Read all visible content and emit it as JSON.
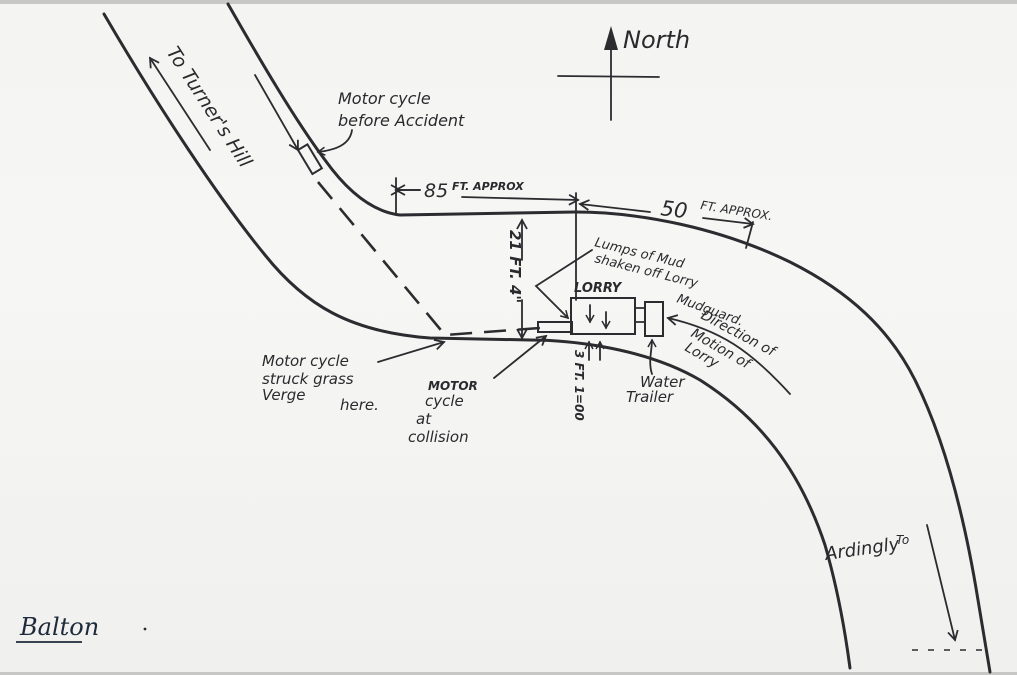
{
  "diagram": {
    "type": "hand-drawn accident scene sketch",
    "compass": {
      "label": "North"
    },
    "destinations": {
      "north_west": "To Turner's Hill",
      "south_east_to": "To",
      "south_east_place": "Ardingly"
    },
    "labels": {
      "motorcycle_before_line1": "Motor cycle",
      "motorcycle_before_line2": "before Accident",
      "struck_line1": "Motor cycle",
      "struck_line2": "struck grass",
      "struck_line3": "Verge",
      "struck_line4": "here.",
      "collision_line1": "MOTOR",
      "collision_line2": "cycle",
      "collision_line3": "at",
      "collision_line4": "collision",
      "mud_line1": "Lumps of Mud",
      "mud_line2": "shaken off Lorry",
      "mud_line3": "Mudguard.",
      "lorry": "LORRY",
      "trailer_line1": "Water",
      "trailer_line2": "Trailer",
      "direction_line1": "Direction of",
      "direction_line2": "Motion of",
      "direction_line3": "Lorry"
    },
    "measurements": {
      "dist_85": "85",
      "dist_85_unit": "FT. APPROX",
      "dist_50": "50",
      "dist_50_unit": "FT. APPROX.",
      "road_width": "21 FT. 4\"",
      "gap_value": "3 FT. 1=00"
    },
    "signature": "Balton",
    "colors": {
      "paper": "#f4f4f2",
      "ink": "#2c2c30"
    }
  }
}
